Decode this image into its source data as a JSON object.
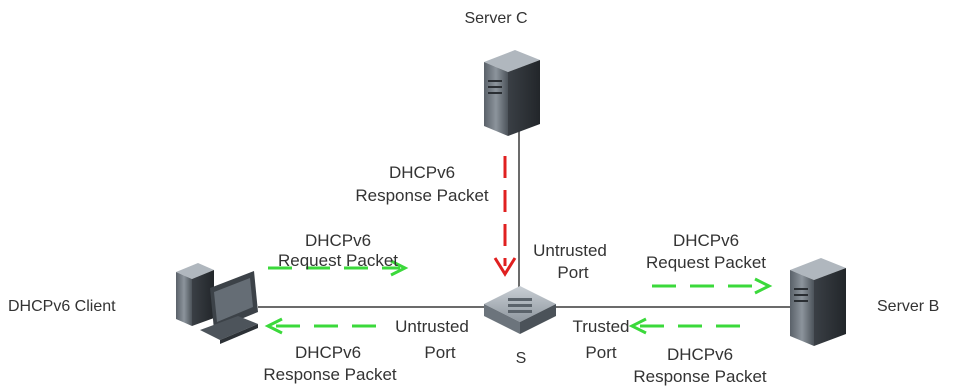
{
  "nodes": {
    "server_c": "Server C",
    "server_b": "Server B",
    "client": "DHCPv6 Client",
    "switch": "S"
  },
  "ports": {
    "top": [
      "Untrusted",
      "Port"
    ],
    "left": [
      "Untrusted",
      "Port"
    ],
    "right": [
      "Trusted",
      "Port"
    ]
  },
  "packets": {
    "c_response": [
      "DHCPv6",
      "Response Packet"
    ],
    "client_request": [
      "DHCPv6",
      "Request Packet"
    ],
    "client_response": [
      "DHCPv6",
      "Response Packet"
    ],
    "b_request": [
      "DHCPv6",
      "Request Packet"
    ],
    "b_response": [
      "DHCPv6",
      "Response Packet"
    ]
  },
  "colors": {
    "line": "#6b6b6b",
    "request_arrow": "#3bd93b",
    "response_arrow": "#3bd93b",
    "blocked_arrow": "#e02020"
  },
  "icons": [
    "server-icon",
    "server-icon",
    "client-pc-icon",
    "switch-icon"
  ]
}
